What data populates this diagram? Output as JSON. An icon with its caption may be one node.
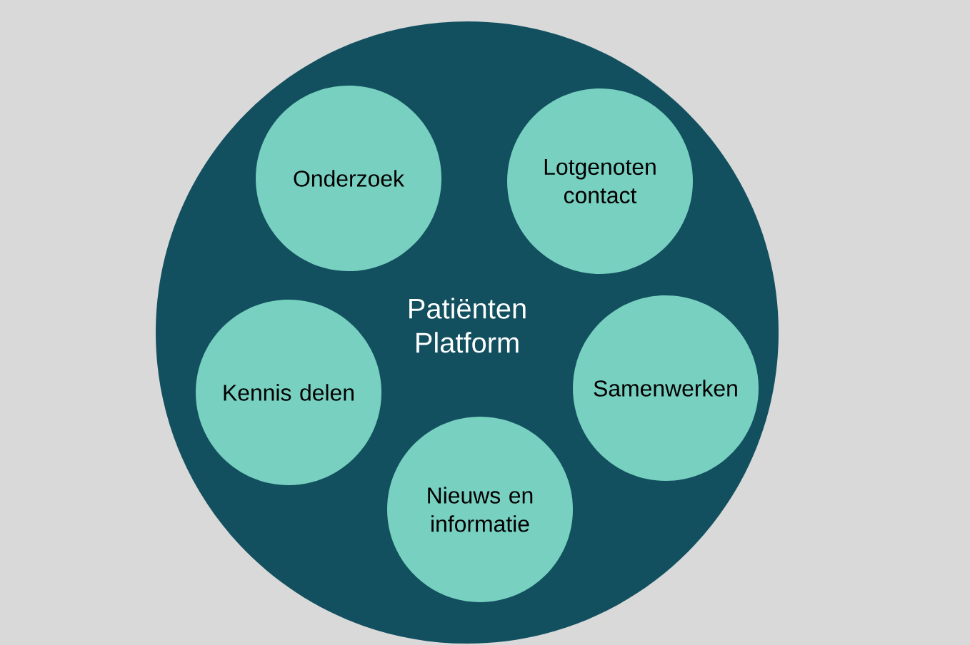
{
  "diagram": {
    "nodes": [
      {
        "text": [
          "Patiënten Platform"
        ]
      },
      {
        "text": [
          "Onderzoek"
        ],
        "in": 0
      },
      {
        "text": [
          "Lotgenoten contact"
        ],
        "in": 0
      },
      {
        "text": [
          "Kennis delen"
        ],
        "in": 0
      },
      {
        "text": [
          "Samenwerken"
        ],
        "in": 0
      },
      {
        "text": [
          "Nieuws en informatie"
        ],
        "in": 0
      }
    ]
  }
}
